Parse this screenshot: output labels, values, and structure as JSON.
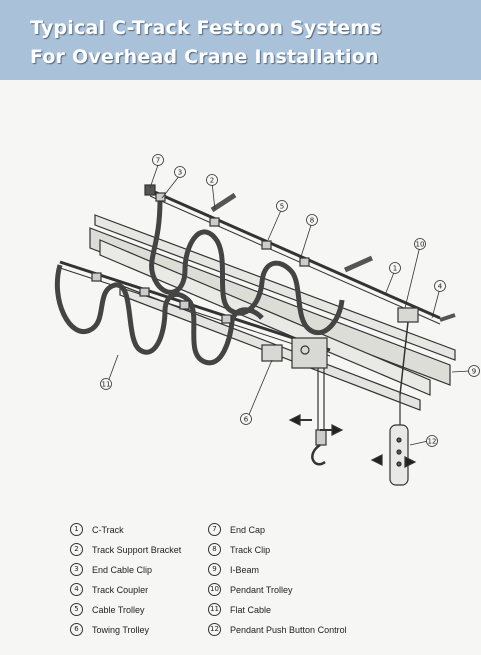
{
  "header": {
    "title_line1": "Typical C-Track Festoon Systems",
    "title_line2": "For Overhead Crane Installation",
    "color": "#a9c2d9"
  },
  "callouts": {
    "c1": "1",
    "c2": "2",
    "c3": "3",
    "c4": "4",
    "c5": "5",
    "c6": "6",
    "c7": "7",
    "c8": "8",
    "c9": "9",
    "c10": "10",
    "c11": "11",
    "c12": "12"
  },
  "legend": {
    "left": [
      {
        "num": "1",
        "label": "C-Track"
      },
      {
        "num": "2",
        "label": "Track Support Bracket"
      },
      {
        "num": "3",
        "label": "End Cable Clip"
      },
      {
        "num": "4",
        "label": "Track Coupler"
      },
      {
        "num": "5",
        "label": "Cable Trolley"
      },
      {
        "num": "6",
        "label": "Towing Trolley"
      }
    ],
    "right": [
      {
        "num": "7",
        "label": "End Cap"
      },
      {
        "num": "8",
        "label": "Track Clip"
      },
      {
        "num": "9",
        "label": "I-Beam"
      },
      {
        "num": "10",
        "label": "Pendant Trolley"
      },
      {
        "num": "11",
        "label": "Flat Cable"
      },
      {
        "num": "12",
        "label": "Pendant Push Button Control"
      }
    ]
  }
}
